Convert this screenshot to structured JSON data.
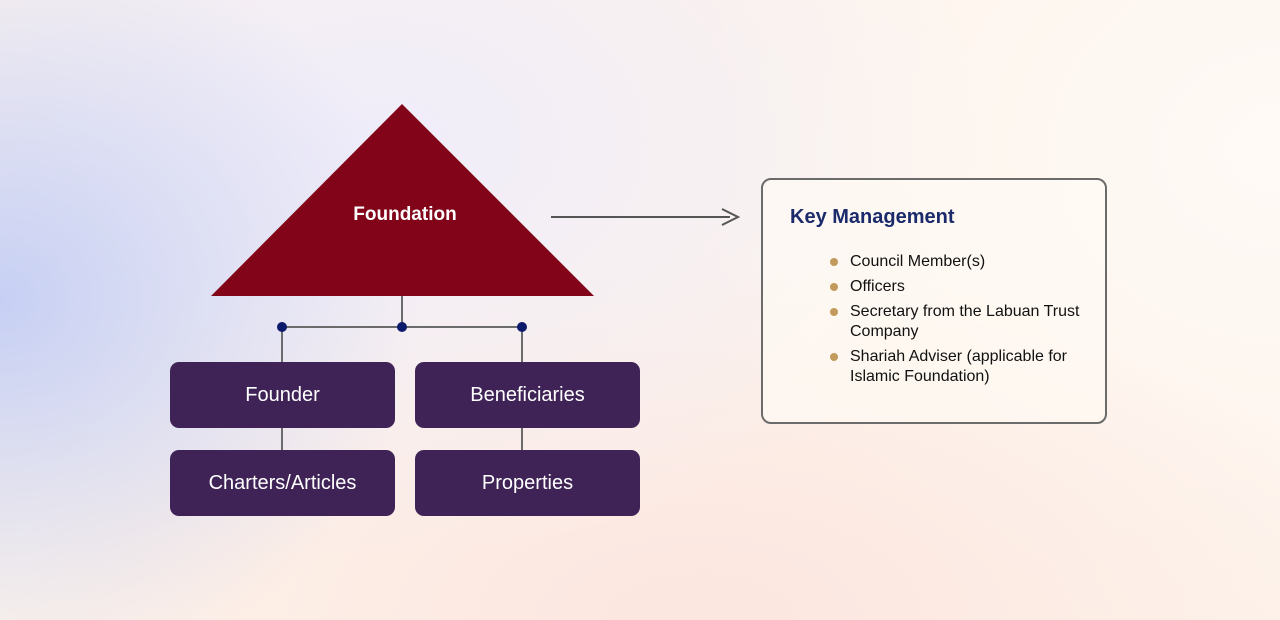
{
  "diagram": {
    "foundation": "Foundation",
    "founder": "Founder",
    "beneficiaries": "Beneficiaries",
    "charters": "Charters/Articles",
    "properties": "Properties"
  },
  "key_management": {
    "title": "Key Management",
    "items": [
      "Council Member(s)",
      "Officers",
      "Secretary from the Labuan Trust Company",
      "Shariah Adviser (applicable for Islamic Foundation)"
    ]
  },
  "colors": {
    "triangle": "#810418",
    "node": "#3f2356",
    "connector_dot": "#0c1a6b",
    "title": "#1b2a6b",
    "bullet": "#c19a5c"
  }
}
